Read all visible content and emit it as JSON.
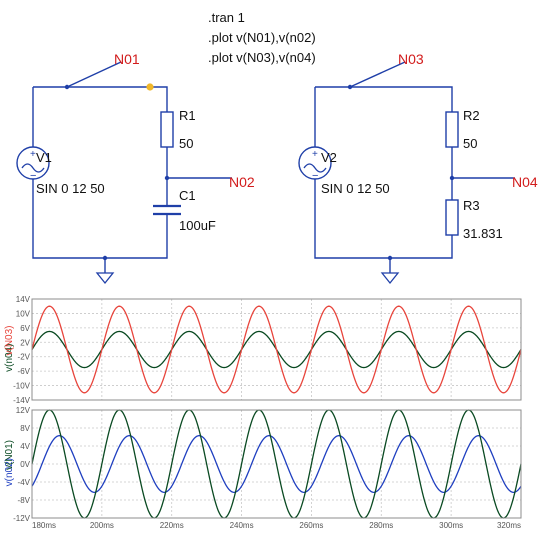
{
  "directives": [
    ".tran 1",
    ".plot v(N01),v(n02)",
    ".plot v(N03),v(n04)"
  ],
  "schematic": {
    "left": {
      "source_name": "V1",
      "source_value": "SIN 0 12 50",
      "r_name": "R1",
      "r_value": "50",
      "c_name": "C1",
      "c_value": "100uF",
      "top_net": "N01",
      "mid_net": "N02"
    },
    "right": {
      "source_name": "V2",
      "source_value": "SIN 0 12 50",
      "r2_name": "R2",
      "r2_value": "50",
      "r3_name": "R3",
      "r3_value": "31.831",
      "top_net": "N03",
      "mid_net": "N04"
    }
  },
  "colors": {
    "wire": "#1f3fa8",
    "component": "#1f3fa8",
    "net_label": "#d21c1c",
    "junction_highlight": "#f0b72a",
    "ground": "#1f3fa8",
    "plot_border": "#8c8c8c",
    "grid": "#c8c8c8"
  },
  "chart_data": [
    {
      "type": "line",
      "x_range": [
        180,
        320
      ],
      "x_unit": "ms",
      "ylim": [
        -14,
        14
      ],
      "y_ticks": [
        "14V",
        "10V",
        "6V",
        "2V",
        "-2V",
        "-6V",
        "-10V",
        "-14V"
      ],
      "series": [
        {
          "name": "v(n04)",
          "color": "#0a4a22",
          "amplitude": 5.0,
          "frequency_hz": 50,
          "phase_deg": 0
        },
        {
          "name": "v(N03)",
          "color": "#e8453c",
          "amplitude": 12.0,
          "frequency_hz": 50,
          "phase_deg": 0
        }
      ]
    },
    {
      "type": "line",
      "x_range": [
        180,
        320
      ],
      "x_unit": "ms",
      "ylim": [
        -12,
        12
      ],
      "y_ticks": [
        "12V",
        "8V",
        "4V",
        "0V",
        "-4V",
        "-8V",
        "-12V"
      ],
      "x_ticks": [
        "180ms",
        "200ms",
        "220ms",
        "240ms",
        "260ms",
        "280ms",
        "300ms",
        "320ms"
      ],
      "series": [
        {
          "name": "v(n02)",
          "color": "#1f3fc0",
          "amplitude": 6.3,
          "frequency_hz": 50,
          "phase_deg": -51.5
        },
        {
          "name": "v(N01)",
          "color": "#0a4a22",
          "amplitude": 12.0,
          "frequency_hz": 50,
          "phase_deg": 0
        }
      ]
    }
  ]
}
